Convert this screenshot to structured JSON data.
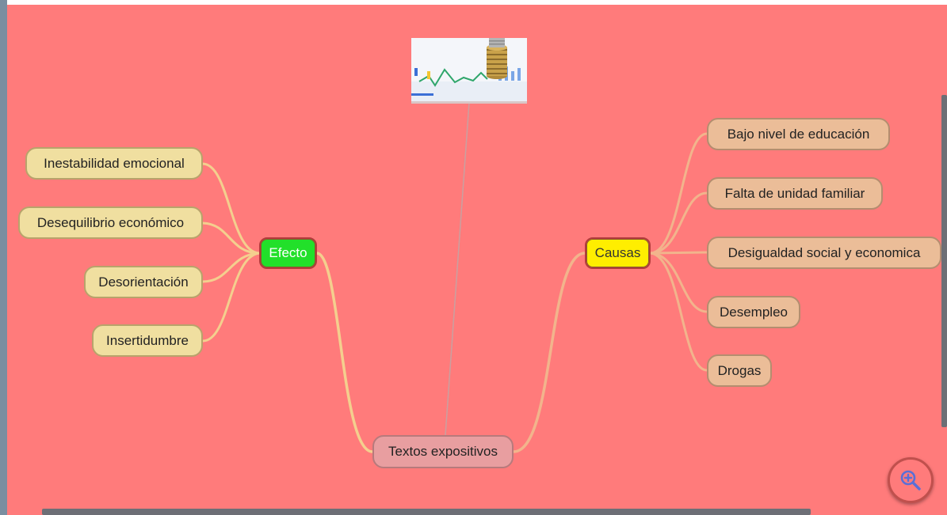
{
  "mindmap": {
    "root": {
      "label": "Textos expositivos"
    },
    "left_branch": {
      "label": "Efecto",
      "color": "#22e02a",
      "children": [
        {
          "label": "Inestabilidad emocional"
        },
        {
          "label": "Desequilibrio económico"
        },
        {
          "label": "Desorientación"
        },
        {
          "label": "Insertidumbre"
        }
      ]
    },
    "right_branch": {
      "label": "Causas",
      "color": "#ffee00",
      "children": [
        {
          "label": "Bajo nivel de educación"
        },
        {
          "label": "Falta de unidad familiar"
        },
        {
          "label": "Desigualdad social y economica"
        },
        {
          "label": "Desempleo"
        },
        {
          "label": "Drogas"
        }
      ]
    },
    "image_node": {
      "icon": "finance-chart-coins-image"
    }
  },
  "controls": {
    "zoom_icon": "zoom-in-icon"
  },
  "colors": {
    "canvas_background": "#ff7b7b",
    "link_left": "#f4cf8e",
    "link_right": "#f2b48c",
    "root_fill": "#e89ea0"
  }
}
